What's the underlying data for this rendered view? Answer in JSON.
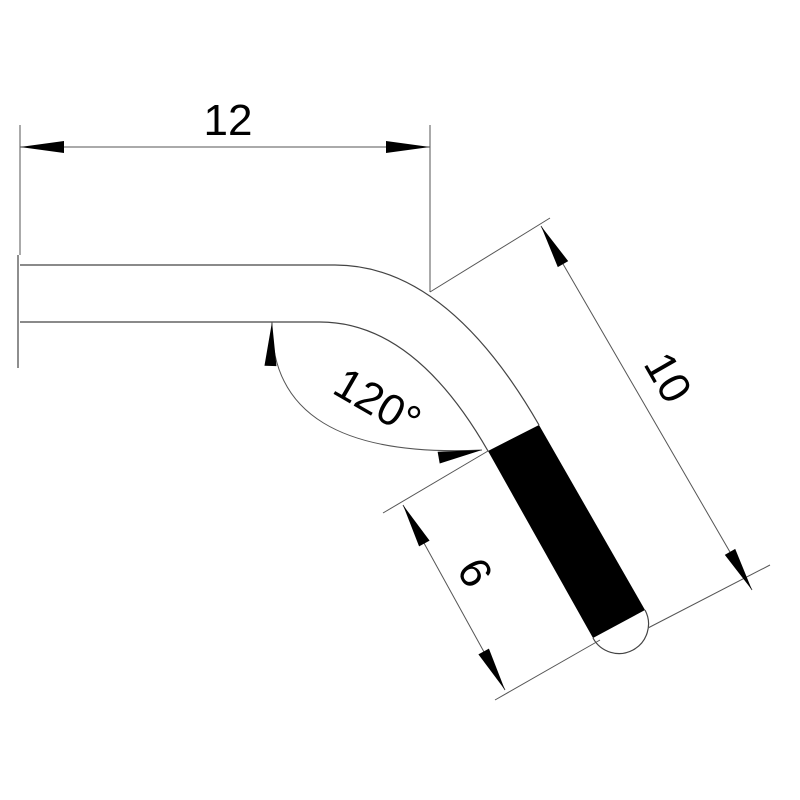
{
  "drawing": {
    "dimensions": {
      "straight_length": "12",
      "leg_length": "10",
      "marked_length": "6",
      "bend_angle": "120°"
    }
  }
}
